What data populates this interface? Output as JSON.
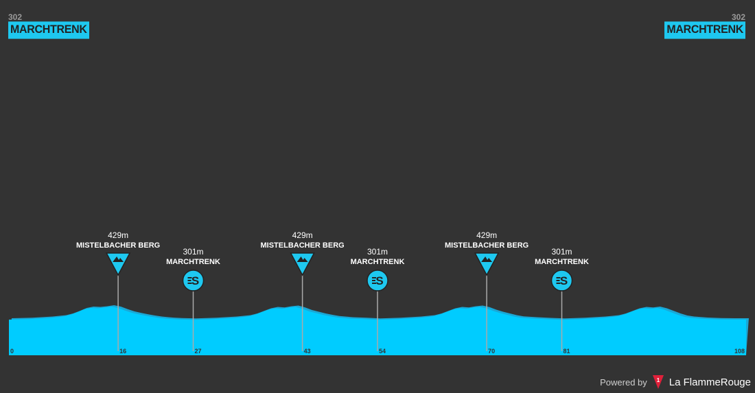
{
  "start": {
    "altitude": "302",
    "name": "MARCHTRENK"
  },
  "finish": {
    "altitude": "302",
    "name": "MARCHTRENK"
  },
  "footer": {
    "powered_by": "Powered by",
    "brand": "La FlammeRouge",
    "logo_number": "1"
  },
  "colors": {
    "background": "#333333",
    "profile": "#00ccff",
    "profile_dark": "#1aa8d6",
    "marker_line": "#aaaaaa",
    "label": "#ffffff"
  },
  "chart_data": {
    "type": "area",
    "x_unit": "km",
    "y_unit": "m",
    "xlim": [
      0,
      108
    ],
    "x_ticks": [
      "0",
      "16",
      "27",
      "43",
      "54",
      "70",
      "81",
      "108"
    ],
    "x_tick_values": [
      0,
      16,
      27,
      43,
      54,
      70,
      81,
      108
    ],
    "series": [
      {
        "x": [
          0,
          3,
          6,
          8,
          9,
          10,
          11,
          12,
          13,
          14,
          15,
          16,
          17,
          18,
          19,
          20,
          21,
          22,
          23,
          24,
          25,
          27,
          30,
          33,
          35,
          36,
          37,
          38,
          39,
          40,
          41,
          42,
          43,
          44,
          45,
          46,
          47,
          48,
          50,
          52,
          54,
          57,
          60,
          62,
          63,
          64,
          65,
          66,
          67,
          68,
          69,
          70,
          71,
          72,
          73,
          74,
          75,
          77,
          79,
          81,
          84,
          87,
          89,
          90,
          91,
          92,
          93,
          94,
          95,
          96,
          97,
          98,
          99,
          100,
          102,
          104,
          106,
          108
        ],
        "y": [
          302,
          305,
          312,
          320,
          330,
          345,
          362,
          370,
          368,
          372,
          378,
          370,
          355,
          342,
          333,
          325,
          318,
          312,
          308,
          305,
          303,
          301,
          305,
          312,
          320,
          330,
          345,
          360,
          368,
          365,
          372,
          376,
          365,
          350,
          340,
          330,
          322,
          315,
          308,
          305,
          301,
          305,
          312,
          320,
          330,
          345,
          360,
          368,
          365,
          372,
          376,
          367,
          352,
          340,
          330,
          320,
          313,
          308,
          304,
          301,
          305,
          312,
          320,
          330,
          345,
          360,
          368,
          365,
          370,
          360,
          345,
          330,
          318,
          312,
          306,
          303,
          302,
          302
        ]
      }
    ],
    "annotations": [
      {
        "km": 16,
        "elevation": "429m",
        "name": "MISTELBACHER BERG",
        "type": "climb"
      },
      {
        "km": 27,
        "elevation": "301m",
        "name": "MARCHTRENK",
        "type": "sprint"
      },
      {
        "km": 43,
        "elevation": "429m",
        "name": "MISTELBACHER BERG",
        "type": "climb"
      },
      {
        "km": 54,
        "elevation": "301m",
        "name": "MARCHTRENK",
        "type": "sprint"
      },
      {
        "km": 70,
        "elevation": "429m",
        "name": "MISTELBACHER BERG",
        "type": "climb"
      },
      {
        "km": 81,
        "elevation": "301m",
        "name": "MARCHTRENK",
        "type": "sprint"
      }
    ]
  }
}
